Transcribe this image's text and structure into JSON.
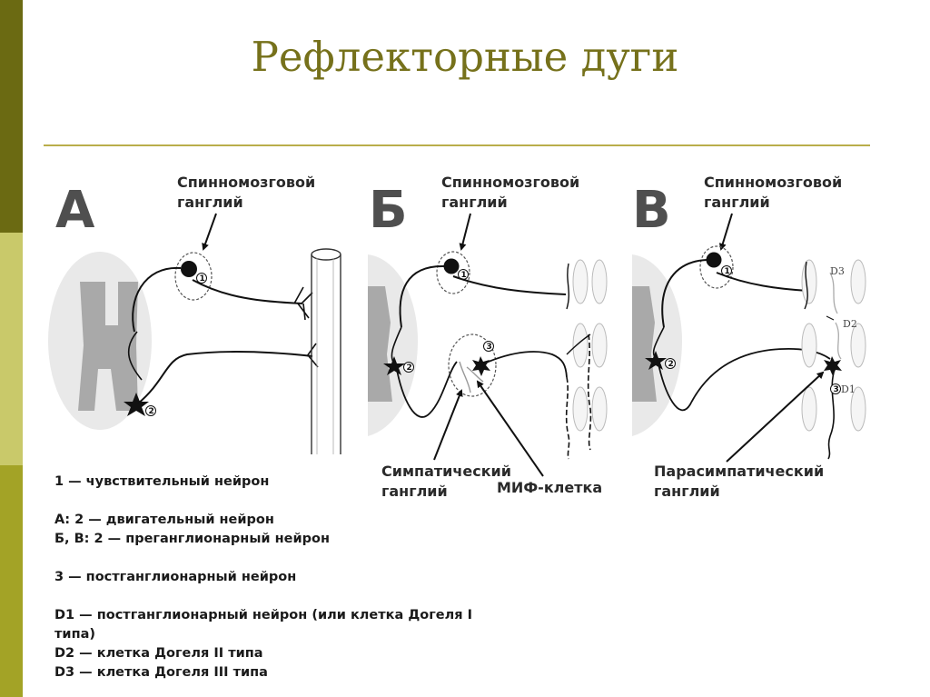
{
  "slide": {
    "title": "Рефлекторные дуги"
  },
  "panels": [
    {
      "letter": "А",
      "top_label": [
        "Спинномозговой",
        "ганглий"
      ]
    },
    {
      "letter": "Б",
      "top_label": [
        "Спинномозговой",
        "ганглий"
      ],
      "bottom_labels": [
        [
          "Симпатический",
          "ганглий"
        ],
        [
          "МИФ-клетка"
        ]
      ]
    },
    {
      "letter": "В",
      "top_label": [
        "Спинномозговой",
        "ганглий"
      ],
      "bottom_labels": [
        [
          "Парасимпатический",
          "ганглий"
        ]
      ]
    }
  ],
  "markers": {
    "n1": "1",
    "n2": "2",
    "n3": "3",
    "d1": "D1",
    "d2": "D2",
    "d3": "D3"
  },
  "legend": {
    "l1": "1 — чувствительный нейрон",
    "l2": "А: 2 — двигательный нейрон",
    "l3": "Б, В: 2 — преганглионарный нейрон",
    "l4": "3 — постганглионарный нейрон",
    "l5": "D1 — постганглионарный нейрон (или клетка Догеля I",
    "l6": "типа)",
    "l7": "D2 — клетка Догеля II типа",
    "l8": "D3 — клетка Догеля III типа"
  }
}
